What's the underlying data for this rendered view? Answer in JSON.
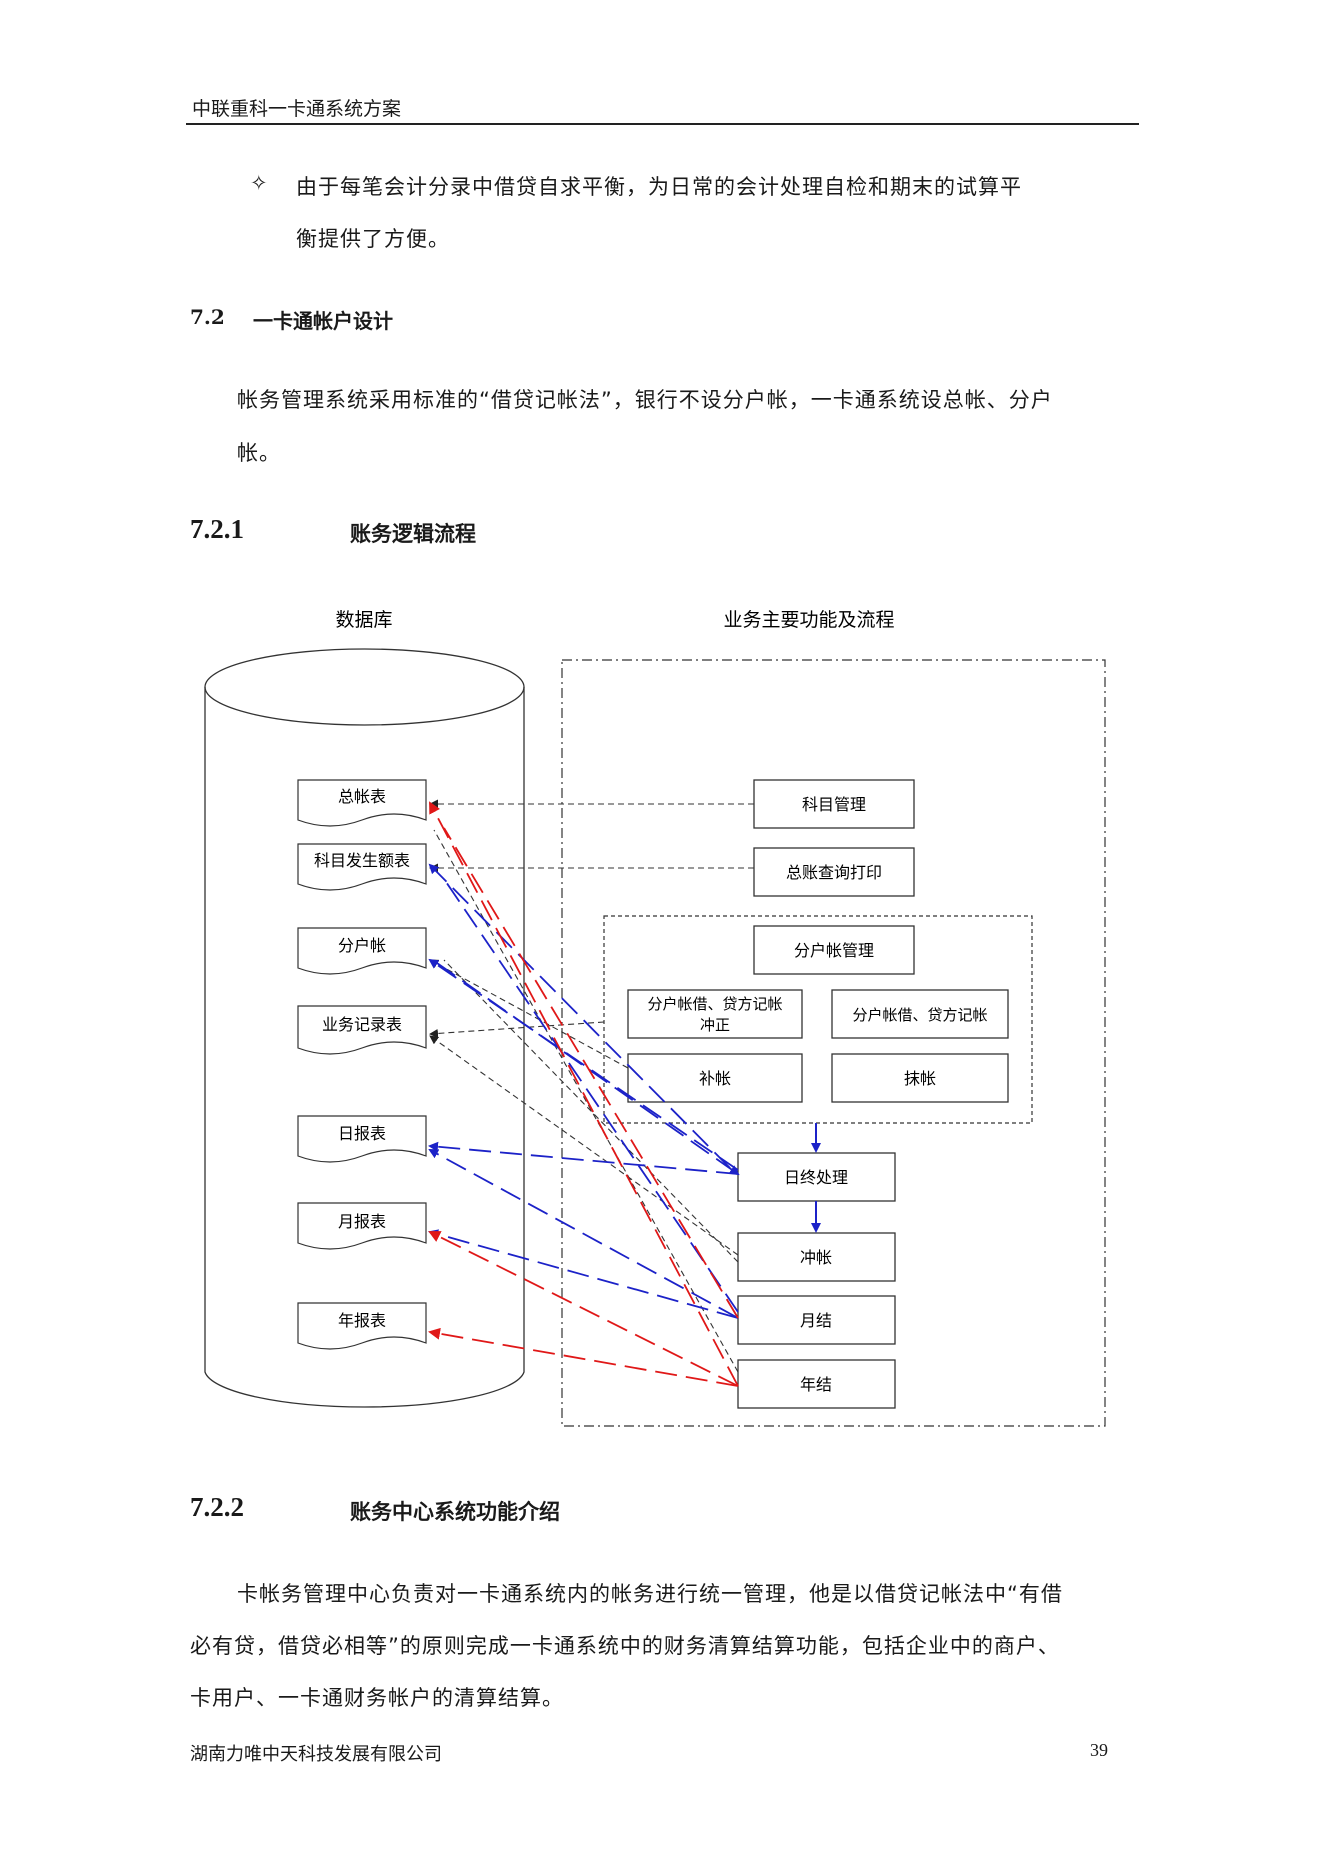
{
  "header": {
    "title": "中联重科一卡通系统方案"
  },
  "bullet": {
    "symbol": "✧",
    "line1": "由于每笔会计分录中借贷自求平衡，为日常的会计处理自检和期末的试算平",
    "line2": "衡提供了方便。"
  },
  "section_7_2": {
    "number": "7.2",
    "title": "一卡通帐户设计"
  },
  "para1": {
    "line1": "帐务管理系统采用标准的“借贷记帐法”，银行不设分户帐，一卡通系统设总帐、分户",
    "line2": "帐。"
  },
  "section_7_2_1": {
    "number": "7.2.1",
    "title": "账务逻辑流程"
  },
  "diagram": {
    "db_label": "数据库",
    "flow_label": "业务主要功能及流程",
    "tables": [
      "总帐表",
      "科目发生额表",
      "分户帐",
      "业务记录表",
      "日报表",
      "月报表",
      "年报表"
    ],
    "boxes": {
      "subject_mgmt": "科目管理",
      "ledger_print": "总账查询打印",
      "sub_account_mgmt": "分户帐管理",
      "debit_credit_reverse_1": "分户帐借、贷方记帐",
      "debit_credit_reverse_2": "冲正",
      "debit_credit": "分户帐借、贷方记帐",
      "supplement": "补帐",
      "erase": "抹帐",
      "eod": "日终处理",
      "reverse": "冲帐",
      "month_end": "月结",
      "year_end": "年结"
    },
    "colors": {
      "blue": "#1c22c8",
      "red": "#e01818",
      "gray": "#333333"
    }
  },
  "section_7_2_2": {
    "number": "7.2.2",
    "title": "账务中心系统功能介绍"
  },
  "para2": {
    "line1": "卡帐务管理中心负责对一卡通系统内的帐务进行统一管理，他是以借贷记帐法中“有借",
    "line2": "必有贷，借贷必相等”的原则完成一卡通系统中的财务清算结算功能，包括企业中的商户、",
    "line3": "卡用户、一卡通财务帐户的清算结算。"
  },
  "footer": {
    "company": "湖南力唯中天科技发展有限公司",
    "page": "39"
  }
}
